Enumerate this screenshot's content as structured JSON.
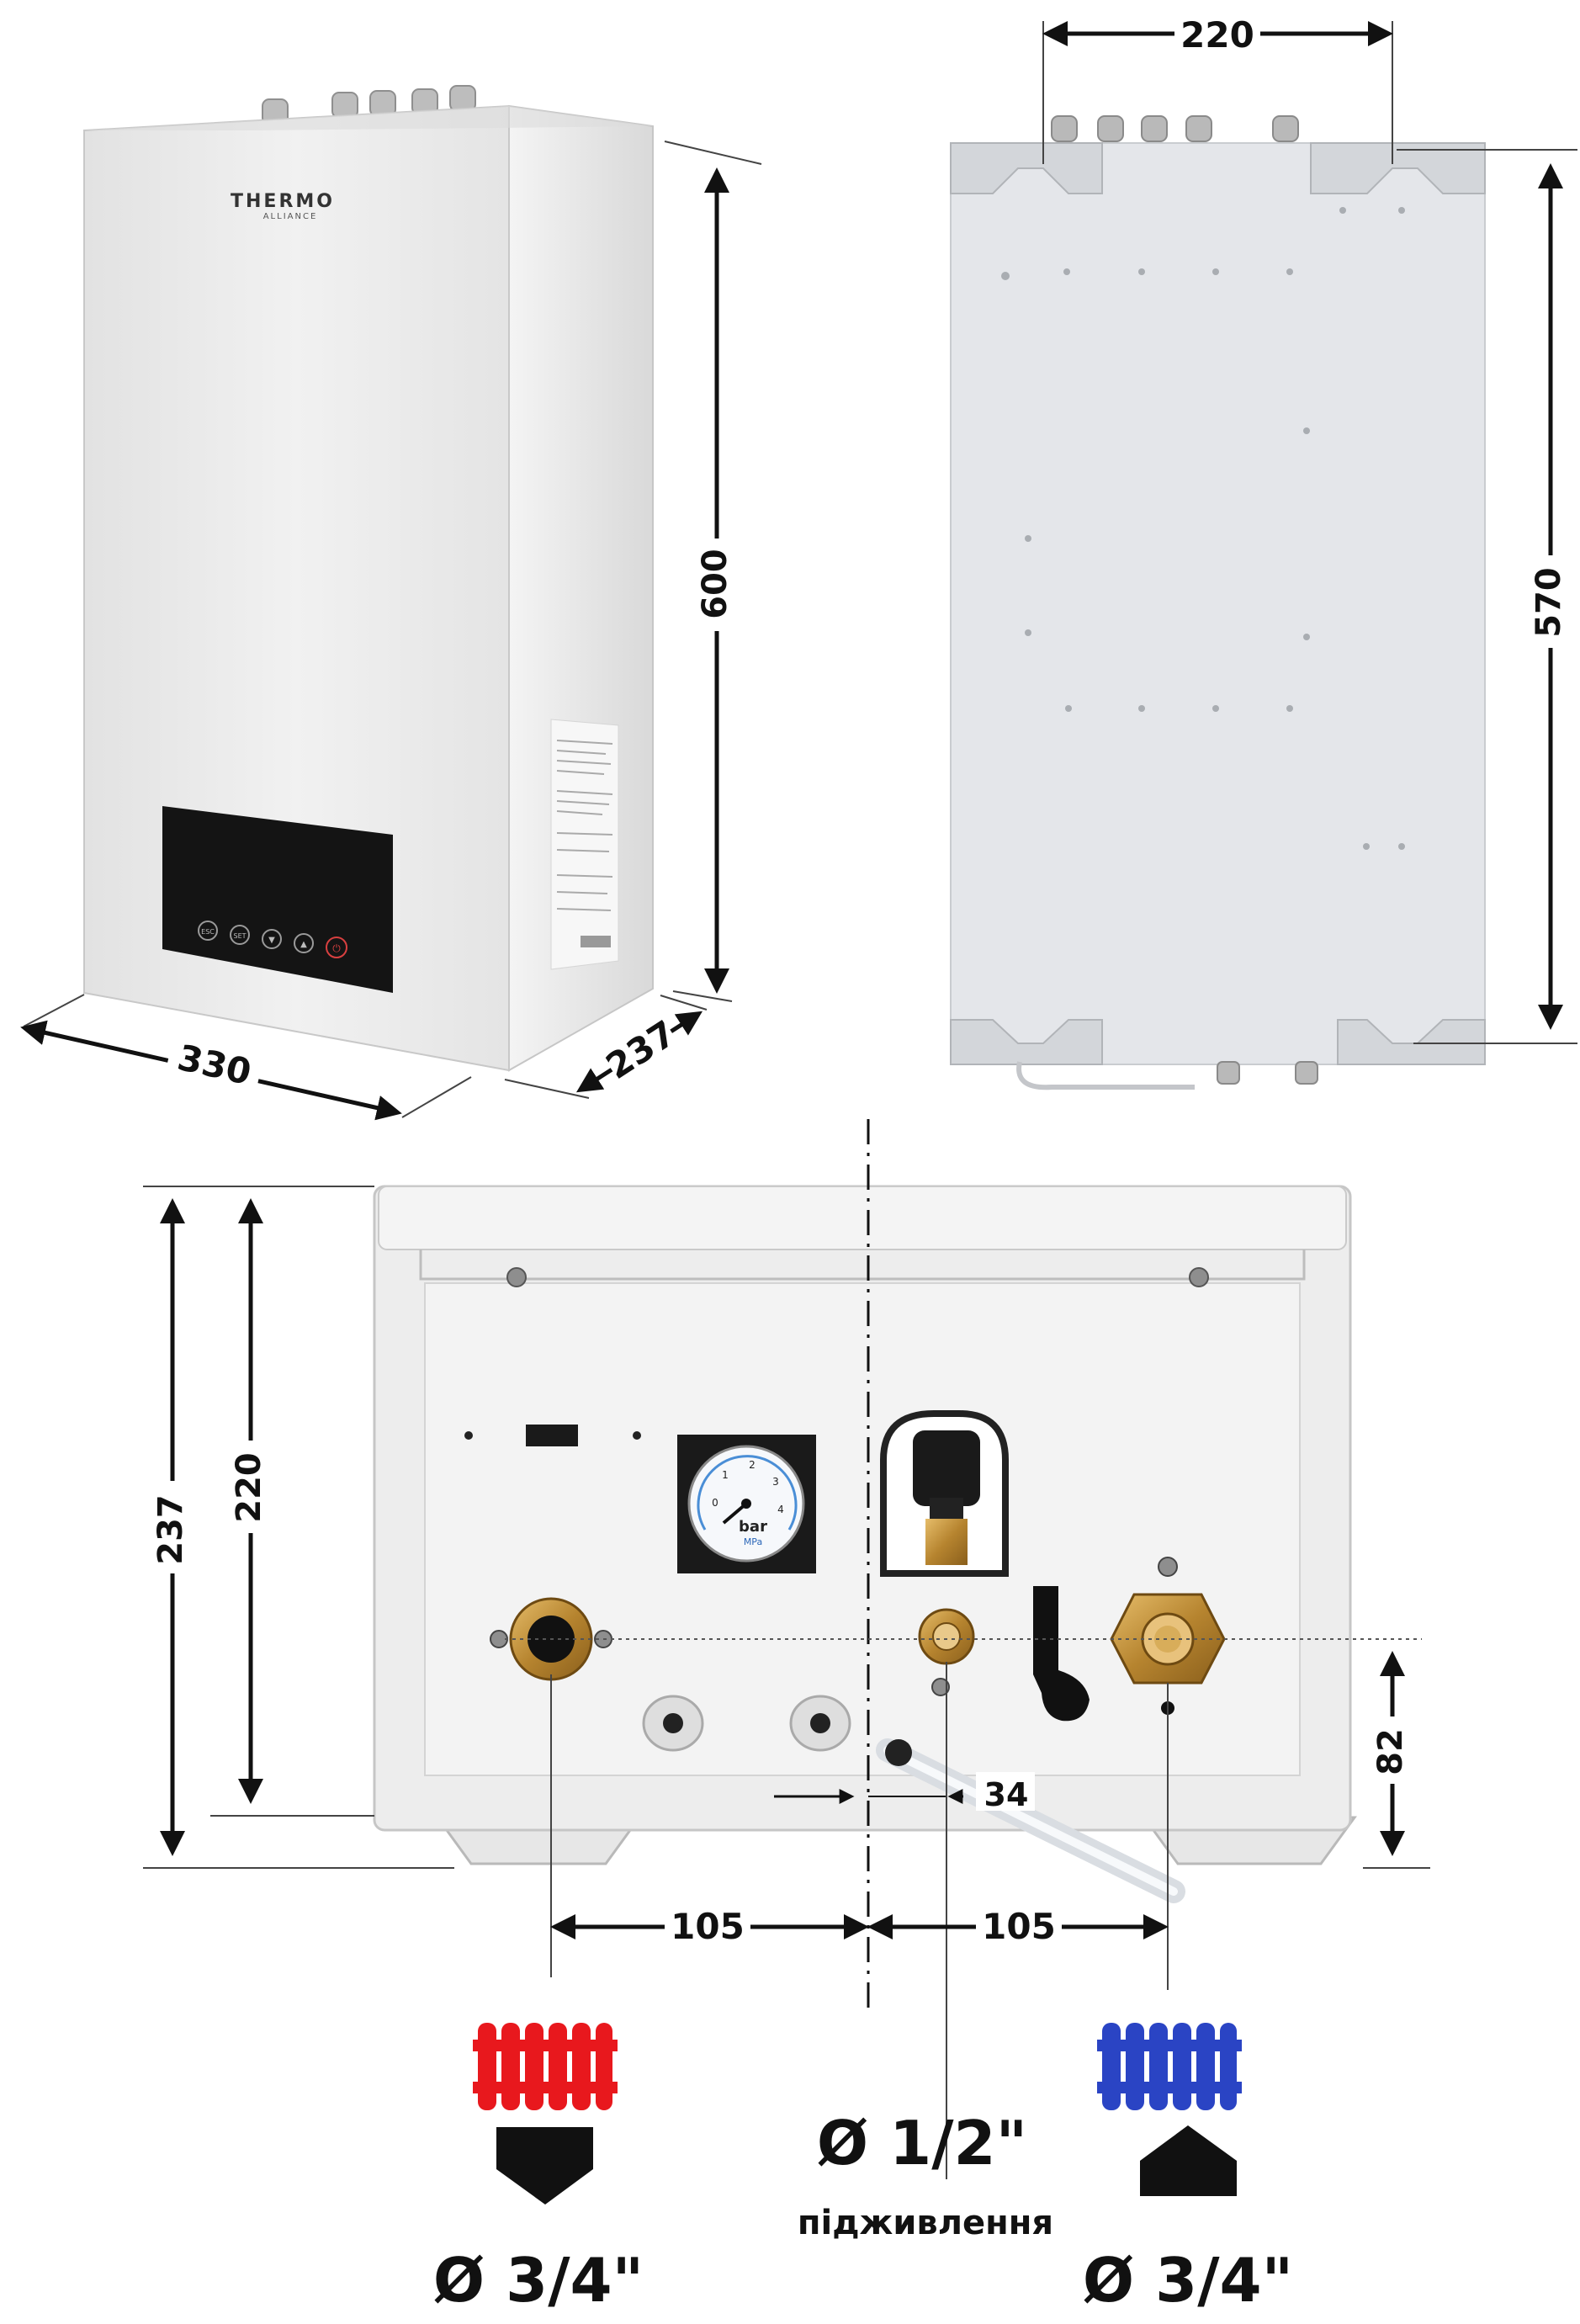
{
  "brand": {
    "line1": "THERMO",
    "line2": "ALLIANCE"
  },
  "panel_buttons": [
    "ESC",
    "SET",
    "▼",
    "▲",
    "⏻"
  ],
  "gauge": {
    "unit": "bar",
    "sub": "MPa",
    "ticks": [
      "0",
      "1",
      "2",
      "3",
      "4"
    ]
  },
  "dimensions": {
    "width": "330",
    "depth": "237",
    "height": "600",
    "mount_spacing": "220",
    "mount_height": "570",
    "bottom_depth": "237",
    "bottom_depth_inner": "220",
    "offset_left": "105",
    "offset_right": "105",
    "offset_center": "34",
    "pipe_height": "82"
  },
  "connections": {
    "left_size": "Ø 3/4\"",
    "center_size": "Ø 1/2\"",
    "center_label": "підживлення",
    "right_size": "Ø 3/4\""
  },
  "colors": {
    "hot": "#e8181d",
    "cold": "#2a44c4",
    "body": "#ececec",
    "panel": "#141414",
    "brass": "#c8963c"
  }
}
